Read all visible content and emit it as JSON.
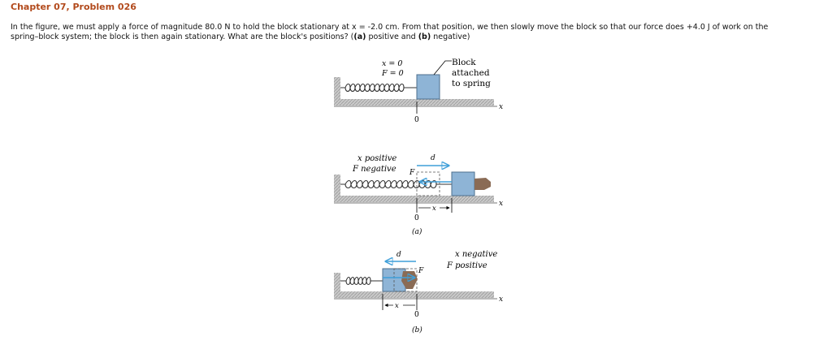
{
  "header": {
    "title": "Chapter 07, Problem 026"
  },
  "problem": {
    "text_1": "In the figure, we must apply a force of magnitude 80.0 N to hold the block stationary at x = -2.0 cm. From that position, we then slowly move the block so that our force does +4.0 J of work on the",
    "text_2": "spring–block system; the block is then again stationary. What are the block's positions? (",
    "part_a": "(a)",
    "text_3": " positive and ",
    "part_b": "(b)",
    "text_4": " negative)"
  },
  "figure": {
    "top": {
      "x_eq_0": "x = 0",
      "fs_eq_0": "F = 0",
      "callout_1": "Block",
      "callout_2": "attached",
      "callout_3": "to spring",
      "axis_x": "x",
      "origin": "0"
    },
    "a": {
      "x_label": "x  positive",
      "fs_label": "F  negative",
      "d_label": "d",
      "f_label": "F",
      "axis_x": "x",
      "x_dist": "x",
      "origin": "0",
      "caption": "(a)"
    },
    "b": {
      "x_label": "x  negative",
      "fs_label": "F  positive",
      "d_label": "d",
      "f_label": "F",
      "axis_x": "x",
      "x_dist": "x",
      "origin": "0",
      "caption": "(b)"
    }
  },
  "colors": {
    "block": "#8eb4d6",
    "floor": "#b8b8b8",
    "arrow": "#3f9fd9",
    "hand": "#8a6b55",
    "title": "#b24a1c"
  }
}
